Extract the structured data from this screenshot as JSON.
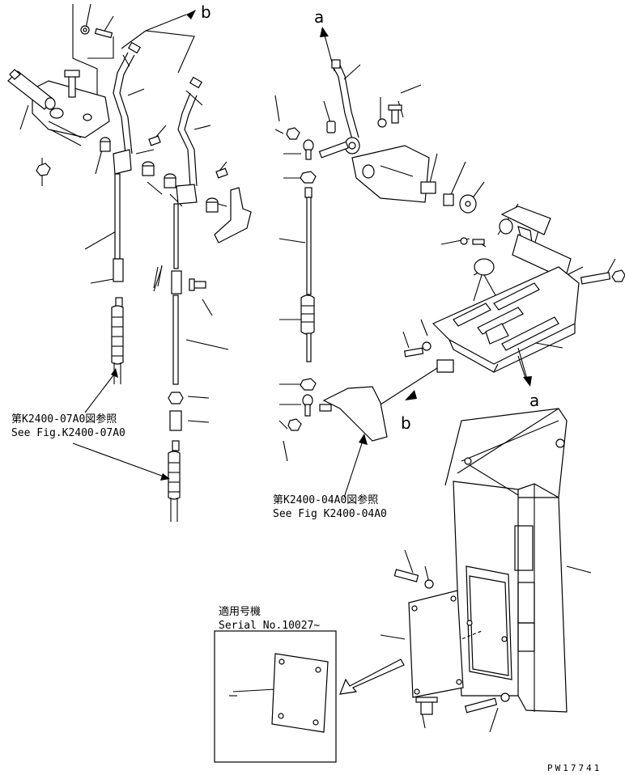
{
  "callouts": {
    "b_top": "b",
    "a_top": "a",
    "a_right": "a",
    "b_mid": "b"
  },
  "references": {
    "fig07_jp": "第K2400-07A0図参照",
    "fig07_en": "See Fig.K2400-07A0",
    "fig04_jp": "第K2400-04A0図参照",
    "fig04_en": "See Fig K2400-04A0"
  },
  "serial_box": {
    "jp": "適用号機",
    "en": "Serial No.10027~"
  },
  "drawing_id": "PW17741"
}
